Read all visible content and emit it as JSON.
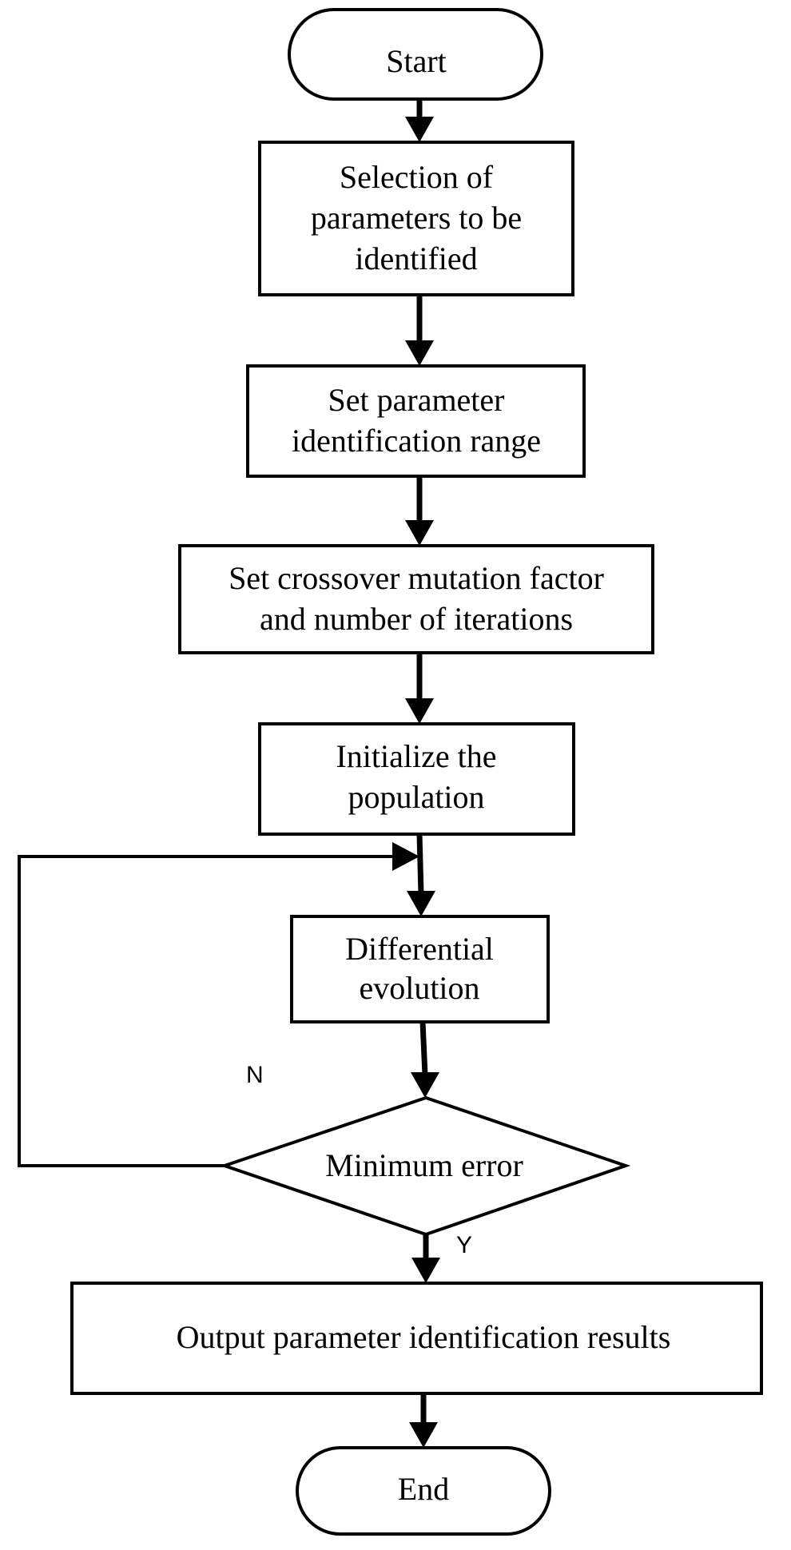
{
  "nodes": {
    "start": {
      "lines": [
        "Start"
      ]
    },
    "select_params": {
      "lines": [
        "Selection of",
        "parameters to be",
        "identified"
      ]
    },
    "set_range": {
      "lines": [
        "Set parameter",
        "identification range"
      ]
    },
    "set_factors": {
      "lines": [
        "Set crossover mutation factor",
        "and number of iterations"
      ]
    },
    "init_pop": {
      "lines": [
        "Initialize the",
        "population"
      ]
    },
    "diff_evo": {
      "lines": [
        "Differential",
        "evolution"
      ]
    },
    "min_error": {
      "lines": [
        "Minimum error"
      ]
    },
    "output": {
      "lines": [
        "Output parameter identification results"
      ]
    },
    "end": {
      "lines": [
        "End"
      ]
    }
  },
  "edges": {
    "no_label": "N",
    "yes_label": "Y"
  }
}
